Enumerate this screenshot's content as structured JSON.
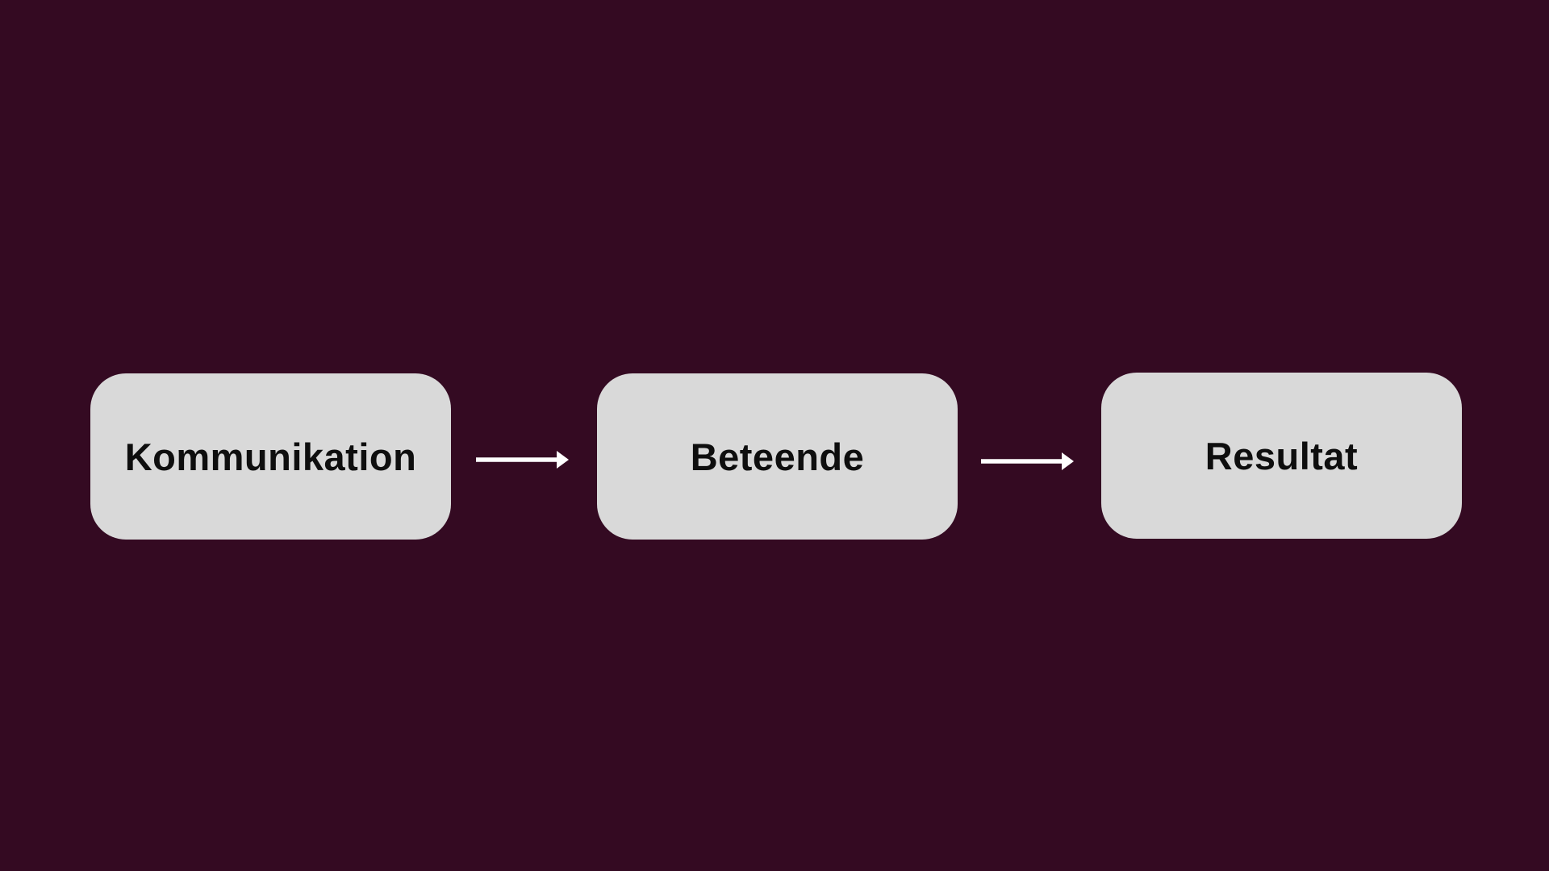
{
  "diagram": {
    "title": "",
    "nodes": [
      {
        "id": "kommunikation",
        "label": "Kommunikation"
      },
      {
        "id": "beteende",
        "label": "Beteende"
      },
      {
        "id": "resultat",
        "label": "Resultat"
      }
    ],
    "edges": [
      {
        "from": "kommunikation",
        "to": "beteende",
        "style": "arrow-right"
      },
      {
        "from": "beteende",
        "to": "resultat",
        "style": "arrow-right"
      }
    ],
    "colors": {
      "background": "#340A22",
      "node_fill": "#D9D9D9",
      "node_text": "#0E0E0E",
      "arrow": "#FFFFFF"
    }
  }
}
